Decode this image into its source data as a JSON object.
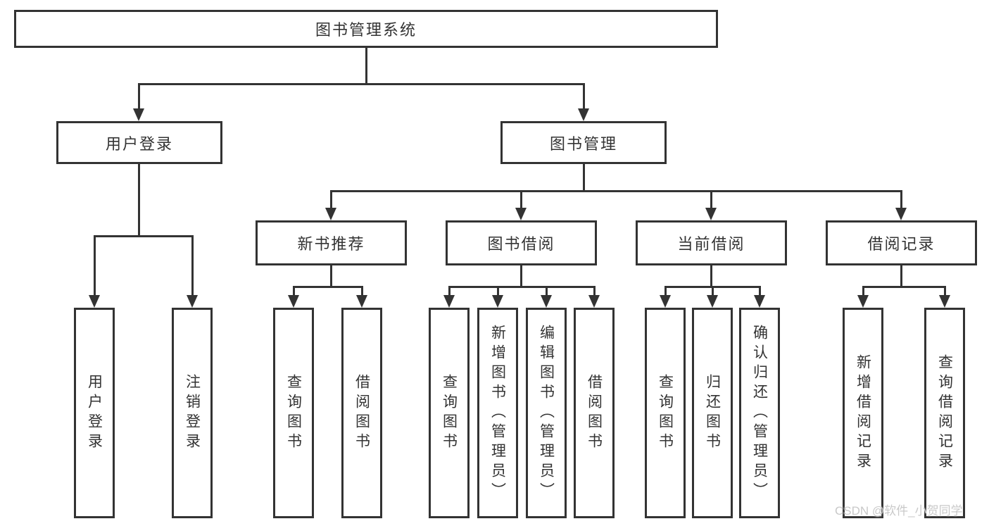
{
  "tree": {
    "root": {
      "label": "图书管理系统",
      "children": [
        {
          "label": "用户登录",
          "children": [
            {
              "label": "用户登录"
            },
            {
              "label": "注销登录"
            }
          ]
        },
        {
          "label": "图书管理",
          "children": [
            {
              "label": "新书推荐",
              "children": [
                {
                  "label": "查询图书"
                },
                {
                  "label": "借阅图书"
                }
              ]
            },
            {
              "label": "图书借阅",
              "children": [
                {
                  "label": "查询图书"
                },
                {
                  "label": "新增图书（管理员）"
                },
                {
                  "label": "编辑图书（管理员）"
                },
                {
                  "label": "借阅图书"
                }
              ]
            },
            {
              "label": "当前借阅",
              "children": [
                {
                  "label": "查询图书"
                },
                {
                  "label": "归还图书"
                },
                {
                  "label": "确认归还（管理员）"
                }
              ]
            },
            {
              "label": "借阅记录",
              "children": [
                {
                  "label": "新增借阅记录"
                },
                {
                  "label": "查询借阅记录"
                }
              ]
            }
          ]
        }
      ]
    }
  },
  "watermark": {
    "text": "CSDN @软件_小贺同学"
  },
  "colors": {
    "line": "#333333",
    "text": "#333333",
    "background": "#ffffff",
    "watermark": "#c9c9c9"
  }
}
